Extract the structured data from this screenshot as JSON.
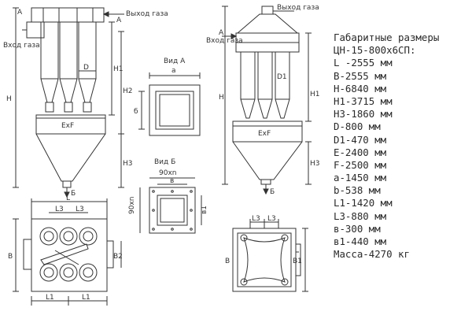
{
  "front_view": {
    "gas_inlet": "Вход газа",
    "gas_outlet": "Выход газа",
    "arrow_a": "А",
    "arrow_a2": "А",
    "arrow_b": "Б",
    "box_label": "ExF",
    "dim_h": "H",
    "dim_h1": "H1",
    "dim_h2": "H2",
    "dim_h3": "H3",
    "dim_d": "D"
  },
  "side_view": {
    "gas_inlet": "Вход газа",
    "gas_outlet": "Выход газа",
    "arrow_a": "А",
    "arrow_b": "Б",
    "box_label": "ExF",
    "dim_h": "H",
    "dim_h1": "H1",
    "dim_h3": "H3",
    "dim_d1": "D1"
  },
  "view_a": {
    "title": "Вид А",
    "dim_a": "a",
    "dim_b": "б"
  },
  "view_b": {
    "title": "Вид Б",
    "dim_top1": "90xn",
    "dim_top2": "в",
    "dim_side1": "90xn",
    "dim_side2": "в1"
  },
  "plan_left": {
    "dim_l": "L",
    "dim_l3": "L3",
    "dim_l3b": "L3",
    "dim_b": "B",
    "dim_b2": "B2",
    "dim_l1a": "L1",
    "dim_l1b": "L1"
  },
  "plan_right": {
    "dim_l3a": "L3",
    "dim_l3b": "L3",
    "dim_b": "B",
    "dim_b1": "B1"
  },
  "spec": {
    "title": "Габаритные размеры",
    "model": "ЦН-15-800x6СП:",
    "lines": [
      "L -2555 мм",
      "B-2555 мм",
      "H-6840 мм",
      "H1-3715 мм",
      "H3-1860 мм",
      "D-800 мм",
      "D1-470 мм",
      "E-2400 мм",
      "F-2500 мм",
      "a-1450 мм",
      "b-538 мм",
      "L1-1420 мм",
      "L3-880 мм",
      "в-300 мм",
      "в1-440 мм",
      "Масса-4270 кг"
    ]
  }
}
